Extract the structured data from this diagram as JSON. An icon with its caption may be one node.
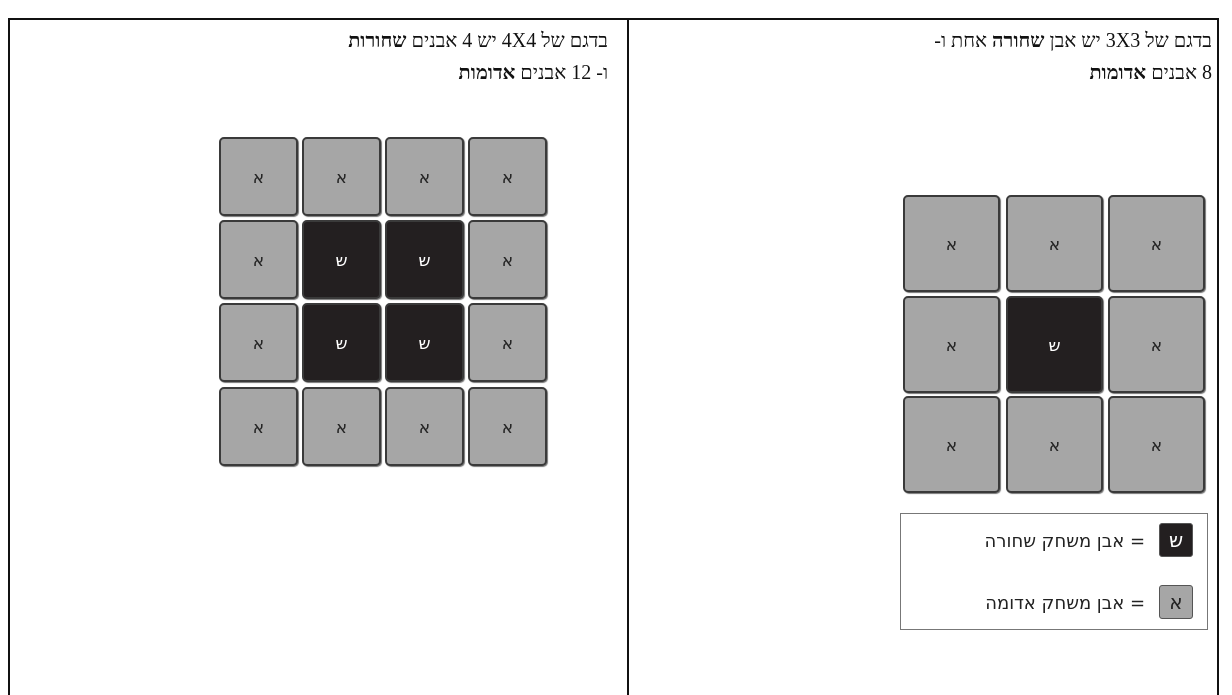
{
  "diagram": {
    "nodes": [
      {
        "text": [
          "א"
        ]
      },
      {
        "text": [
          "א"
        ]
      },
      {
        "text": [
          "א"
        ]
      },
      {
        "text": [
          "א"
        ]
      },
      {
        "text": [
          "ש"
        ]
      },
      {
        "text": [
          "א"
        ]
      },
      {
        "text": [
          "א"
        ]
      },
      {
        "text": [
          "א"
        ]
      },
      {
        "text": [
          "א"
        ]
      },
      {
        "text": [
          "א"
        ]
      },
      {
        "text": [
          "א"
        ]
      },
      {
        "text": [
          "א"
        ]
      },
      {
        "text": [
          "א"
        ]
      },
      {
        "text": [
          "א"
        ]
      },
      {
        "text": [
          "ש"
        ]
      },
      {
        "text": [
          "ש"
        ]
      },
      {
        "text": [
          "א"
        ]
      },
      {
        "text": [
          "א"
        ]
      },
      {
        "text": [
          "ש"
        ]
      },
      {
        "text": [
          "ש"
        ]
      },
      {
        "text": [
          "א"
        ]
      },
      {
        "text": [
          "א"
        ]
      },
      {
        "text": [
          "א"
        ]
      },
      {
        "text": [
          "א"
        ]
      },
      {
        "text": [
          "א"
        ]
      }
    ],
    "edges": [],
    "labels": [
      "בדגם של 3X3 יש אבן **שחורה** אחת ו- 8 אבנים **אדומות**",
      "בדגם של 4X4 יש 4 אבנים **שחורות** ו- 12 אבנים **אדומות**",
      "ש",
      "א"
    ],
    "legend": [
      {
        "text": "= אבן משחק שחורה",
        "color": "#231f20"
      },
      {
        "text": "= אבן משחק אדומה",
        "color": "#a6a6a6"
      }
    ]
  }
}
